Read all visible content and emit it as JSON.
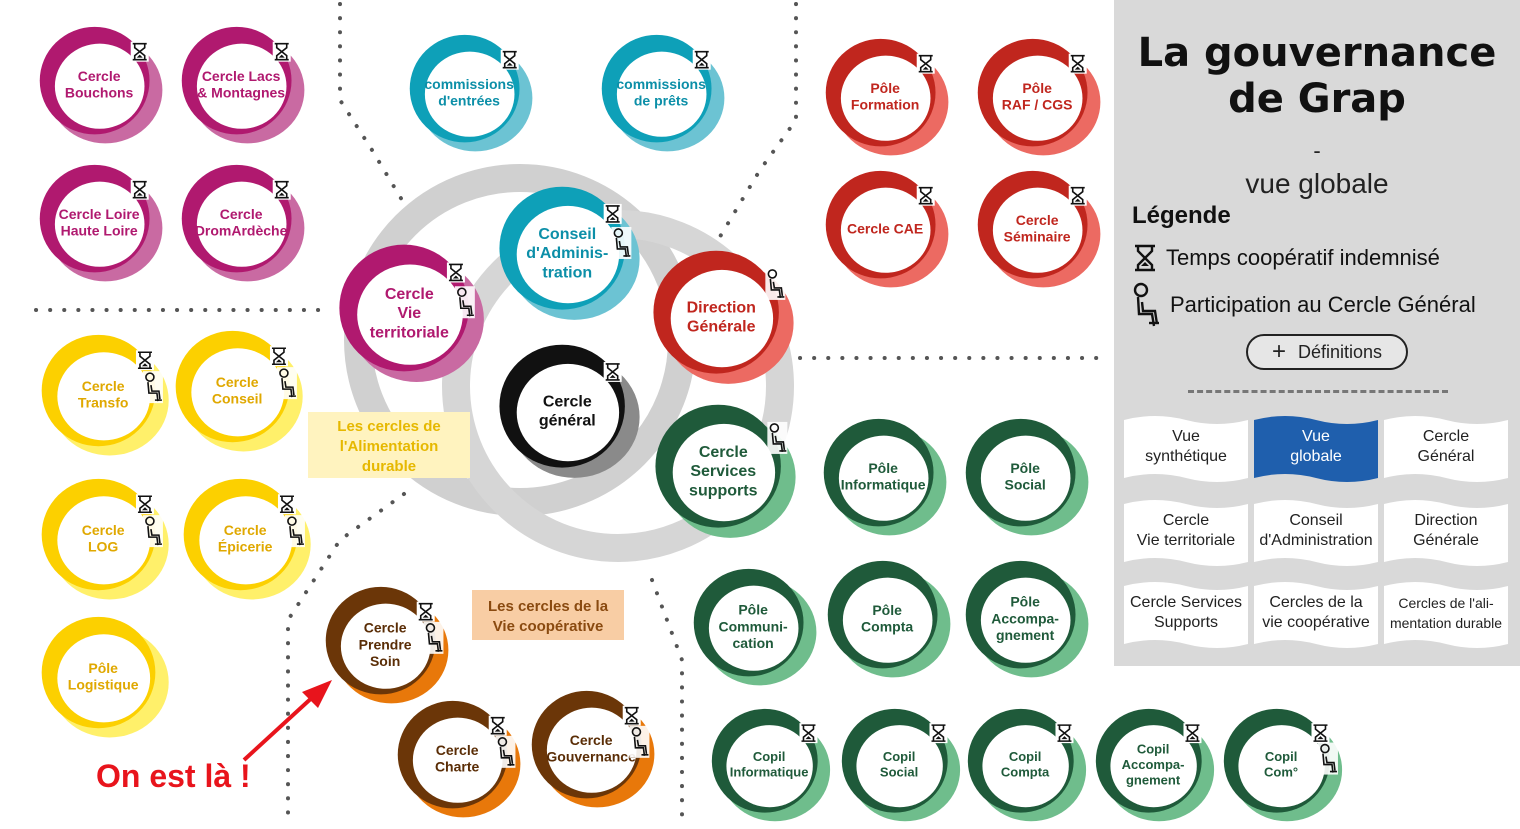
{
  "title": {
    "line1": "La gouvernance",
    "line2": "de Grap",
    "separator": "-",
    "subtitle": "vue globale"
  },
  "legend": {
    "heading": "Légende",
    "items": [
      {
        "icon": "hourglass-icon",
        "label": "Temps coopératif indemnisé"
      },
      {
        "icon": "seated-person-icon",
        "label": "Participation au Cercle Général"
      }
    ],
    "definitions_button": "Définitions"
  },
  "nav": [
    {
      "lines": [
        "Vue",
        "synthétique"
      ],
      "active": false
    },
    {
      "lines": [
        "Vue",
        "globale"
      ],
      "active": true
    },
    {
      "lines": [
        "Cercle",
        "Général"
      ],
      "active": false
    },
    {
      "lines": [
        "Cercle",
        "Vie territoriale"
      ],
      "active": false
    },
    {
      "lines": [
        "Conseil",
        "d'Administration"
      ],
      "active": false
    },
    {
      "lines": [
        "Direction",
        "Générale"
      ],
      "active": false
    },
    {
      "lines": [
        "Cercle Services",
        "Supports"
      ],
      "active": false
    },
    {
      "lines": [
        "Cercles de la",
        "vie coopérative"
      ],
      "active": false
    },
    {
      "lines": [
        "Cercles de l'ali-",
        "mentation durable"
      ],
      "active": false
    }
  ],
  "group_labels": {
    "alimentation": [
      "Les cercles de",
      "l'Alimentation",
      "durable"
    ],
    "vie_cooperative": [
      "Les cercles de la",
      "Vie coopérative"
    ]
  },
  "annotation": {
    "text": "On est là !"
  },
  "colors": {
    "magenta": "#b0196f",
    "teal": "#0ea0b8",
    "red": "#c0261e",
    "black": "#111111",
    "dark_green": "#1f5a3a",
    "yellow": "#fcd000",
    "brown": "#6b3608",
    "orange": "#e8780a",
    "annotation_red": "#e8141c",
    "nav_active": "#1f5fad",
    "panel_bg": "#d9d9d9"
  },
  "circles": [
    {
      "id": "cercle-bouchons",
      "lines": [
        "Cercle",
        "Bouchons"
      ],
      "theme": "magenta",
      "hourglass": true,
      "participant": false
    },
    {
      "id": "cercle-lacs-montagnes",
      "lines": [
        "Cercle Lacs",
        "& Montagnes"
      ],
      "theme": "magenta",
      "hourglass": true,
      "participant": false
    },
    {
      "id": "cercle-loire-haute-loire",
      "lines": [
        "Cercle Loire",
        "Haute Loire"
      ],
      "theme": "magenta",
      "hourglass": true,
      "participant": false
    },
    {
      "id": "cercle-dromardeche",
      "lines": [
        "Cercle",
        "DromArdèche"
      ],
      "theme": "magenta",
      "hourglass": true,
      "participant": false
    },
    {
      "id": "cercle-vie-territoriale",
      "lines": [
        "Cercle",
        "Vie",
        "territoriale"
      ],
      "theme": "magenta",
      "hourglass": true,
      "participant": true
    },
    {
      "id": "commissions-entrees",
      "lines": [
        "commissions",
        "d'entrées"
      ],
      "theme": "teal",
      "hourglass": true,
      "participant": false
    },
    {
      "id": "commissions-prets",
      "lines": [
        "commissions",
        "de prêts"
      ],
      "theme": "teal",
      "hourglass": true,
      "participant": false
    },
    {
      "id": "conseil-administration",
      "lines": [
        "Conseil",
        "d'Adminis-",
        "tration"
      ],
      "theme": "teal",
      "hourglass": true,
      "participant": true
    },
    {
      "id": "pole-formation",
      "lines": [
        "Pôle",
        "Formation"
      ],
      "theme": "red",
      "hourglass": true,
      "participant": false
    },
    {
      "id": "pole-raf-cgs",
      "lines": [
        "Pôle",
        "RAF / CGS"
      ],
      "theme": "red",
      "hourglass": true,
      "participant": false
    },
    {
      "id": "cercle-cae",
      "lines": [
        "Cercle CAE"
      ],
      "theme": "red",
      "hourglass": true,
      "participant": false
    },
    {
      "id": "cercle-seminaire",
      "lines": [
        "Cercle",
        "Séminaire"
      ],
      "theme": "red",
      "hourglass": true,
      "participant": false
    },
    {
      "id": "direction-generale",
      "lines": [
        "Direction",
        "Générale"
      ],
      "theme": "red",
      "hourglass": false,
      "participant": true
    },
    {
      "id": "cercle-general",
      "lines": [
        "Cercle",
        "général"
      ],
      "theme": "black",
      "hourglass": true,
      "participant": false
    },
    {
      "id": "cercle-services-supports",
      "lines": [
        "Cercle",
        "Services",
        "supports"
      ],
      "theme": "green",
      "hourglass": false,
      "participant": true
    },
    {
      "id": "pole-informatique",
      "lines": [
        "Pôle",
        "Informatique"
      ],
      "theme": "green",
      "hourglass": false,
      "participant": false
    },
    {
      "id": "pole-social",
      "lines": [
        "Pôle",
        "Social"
      ],
      "theme": "green",
      "hourglass": false,
      "participant": false
    },
    {
      "id": "pole-communication",
      "lines": [
        "Pôle",
        "Communi-",
        "cation"
      ],
      "theme": "green",
      "hourglass": false,
      "participant": false
    },
    {
      "id": "pole-compta",
      "lines": [
        "Pôle",
        "Compta"
      ],
      "theme": "green",
      "hourglass": false,
      "participant": false
    },
    {
      "id": "pole-accompagnement",
      "lines": [
        "Pôle",
        "Accompa-",
        "gnement"
      ],
      "theme": "green",
      "hourglass": false,
      "participant": false
    },
    {
      "id": "copil-informatique",
      "lines": [
        "Copil",
        "Informatique"
      ],
      "theme": "green",
      "hourglass": true,
      "participant": false
    },
    {
      "id": "copil-social",
      "lines": [
        "Copil",
        "Social"
      ],
      "theme": "green",
      "hourglass": true,
      "participant": false
    },
    {
      "id": "copil-compta",
      "lines": [
        "Copil",
        "Compta"
      ],
      "theme": "green",
      "hourglass": true,
      "participant": false
    },
    {
      "id": "copil-accompagnement",
      "lines": [
        "Copil",
        "Accompa-",
        "gnement"
      ],
      "theme": "green",
      "hourglass": true,
      "participant": false
    },
    {
      "id": "copil-com",
      "lines": [
        "Copil",
        "Com°"
      ],
      "theme": "green",
      "hourglass": true,
      "participant": true
    },
    {
      "id": "cercle-transfo",
      "lines": [
        "Cercle",
        "Transfo"
      ],
      "theme": "yellow",
      "hourglass": true,
      "participant": true
    },
    {
      "id": "cercle-conseil",
      "lines": [
        "Cercle",
        "Conseil"
      ],
      "theme": "yellow",
      "hourglass": true,
      "participant": true
    },
    {
      "id": "cercle-log",
      "lines": [
        "Cercle",
        "LOG"
      ],
      "theme": "yellow",
      "hourglass": true,
      "participant": true
    },
    {
      "id": "cercle-epicerie",
      "lines": [
        "Cercle",
        "Épicerie"
      ],
      "theme": "yellow",
      "hourglass": true,
      "participant": true
    },
    {
      "id": "pole-logistique",
      "lines": [
        "Pôle",
        "Logistique"
      ],
      "theme": "yellow",
      "hourglass": false,
      "participant": false
    },
    {
      "id": "cercle-prendre-soin",
      "lines": [
        "Cercle",
        "Prendre",
        "Soin"
      ],
      "theme": "brown",
      "hourglass": true,
      "participant": true
    },
    {
      "id": "cercle-charte",
      "lines": [
        "Cercle",
        "Charte"
      ],
      "theme": "brown",
      "hourglass": true,
      "participant": true
    },
    {
      "id": "cercle-gouvernance",
      "lines": [
        "Cercle",
        "Gouvernance"
      ],
      "theme": "brown",
      "hourglass": true,
      "participant": true
    }
  ]
}
